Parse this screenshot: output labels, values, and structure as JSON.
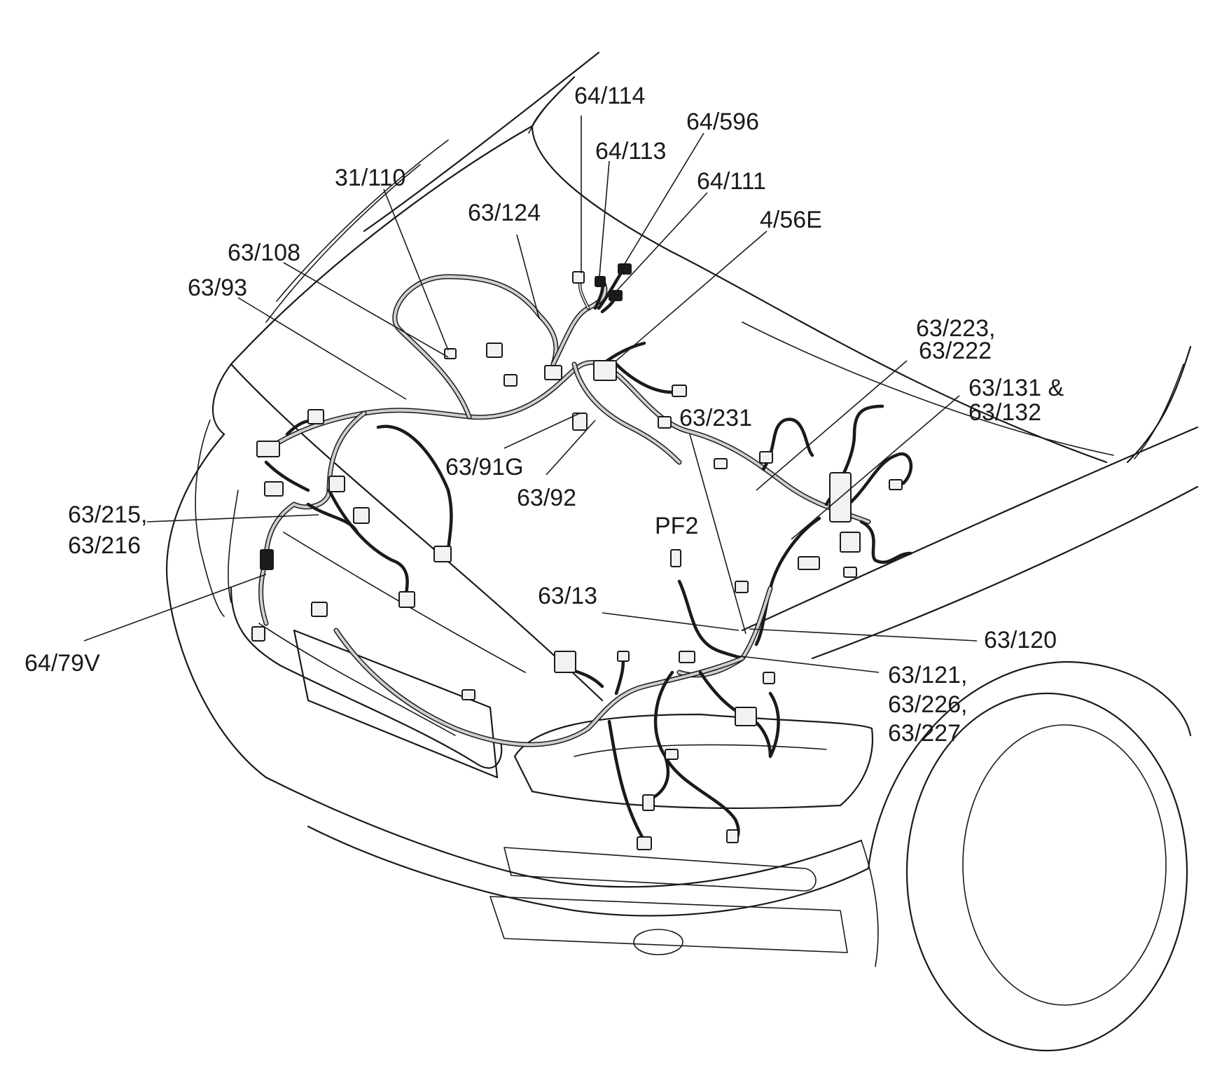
{
  "labels": {
    "l_64_114": "64/114",
    "l_64_596": "64/596",
    "l_64_113": "64/113",
    "l_31_110": "31/110",
    "l_64_111": "64/111",
    "l_63_124": "63/124",
    "l_4_56e": "4/56E",
    "l_63_108": "63/108",
    "l_63_93": "63/93",
    "l_63_223_a": "63/223,",
    "l_63_223_b": "63/222",
    "l_63_131_a": "63/131 &",
    "l_63_131_b": "63/132",
    "l_63_231": "63/231",
    "l_63_91g": "63/91G",
    "l_63_92": "63/92",
    "l_63_215_a": "63/215,",
    "l_63_215_b": "63/216",
    "l_pf2": "PF2",
    "l_63_13": "63/13",
    "l_63_120": "63/120",
    "l_64_79v": "64/79V",
    "l_63_121_a": "63/121,",
    "l_63_121_b": "63/226,",
    "l_63_121_c": "63/227"
  }
}
